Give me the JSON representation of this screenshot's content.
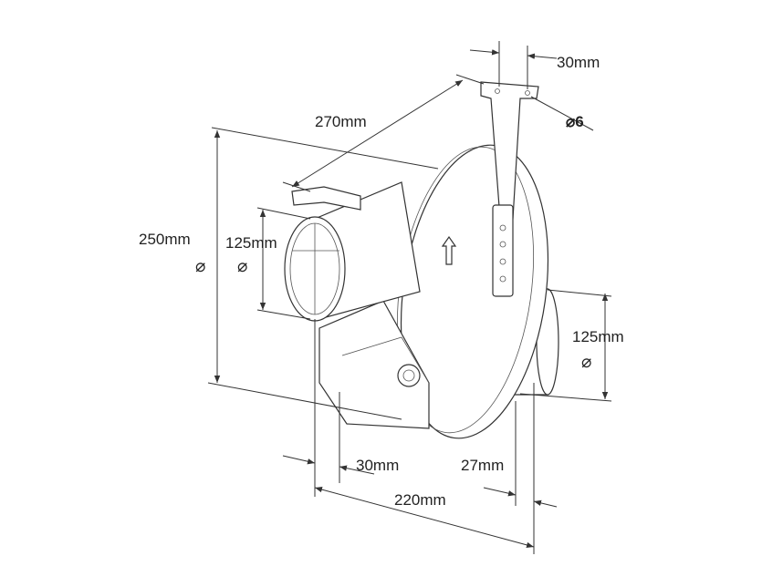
{
  "drawing": {
    "title": "Inline duct fan dimensions",
    "labels": {
      "bracket_width": "30mm",
      "hole_diameter": "⌀6",
      "depth": "270mm",
      "overall_diameter": "250mm",
      "overall_diameter_symbol": "⌀",
      "inlet_diameter": "125mm",
      "inlet_diameter_symbol": "⌀",
      "outlet_diameter": "125mm",
      "outlet_diameter_symbol": "⌀",
      "inlet_collar_length": "30mm",
      "outlet_collar_length": "27mm",
      "overall_length": "220mm"
    }
  }
}
